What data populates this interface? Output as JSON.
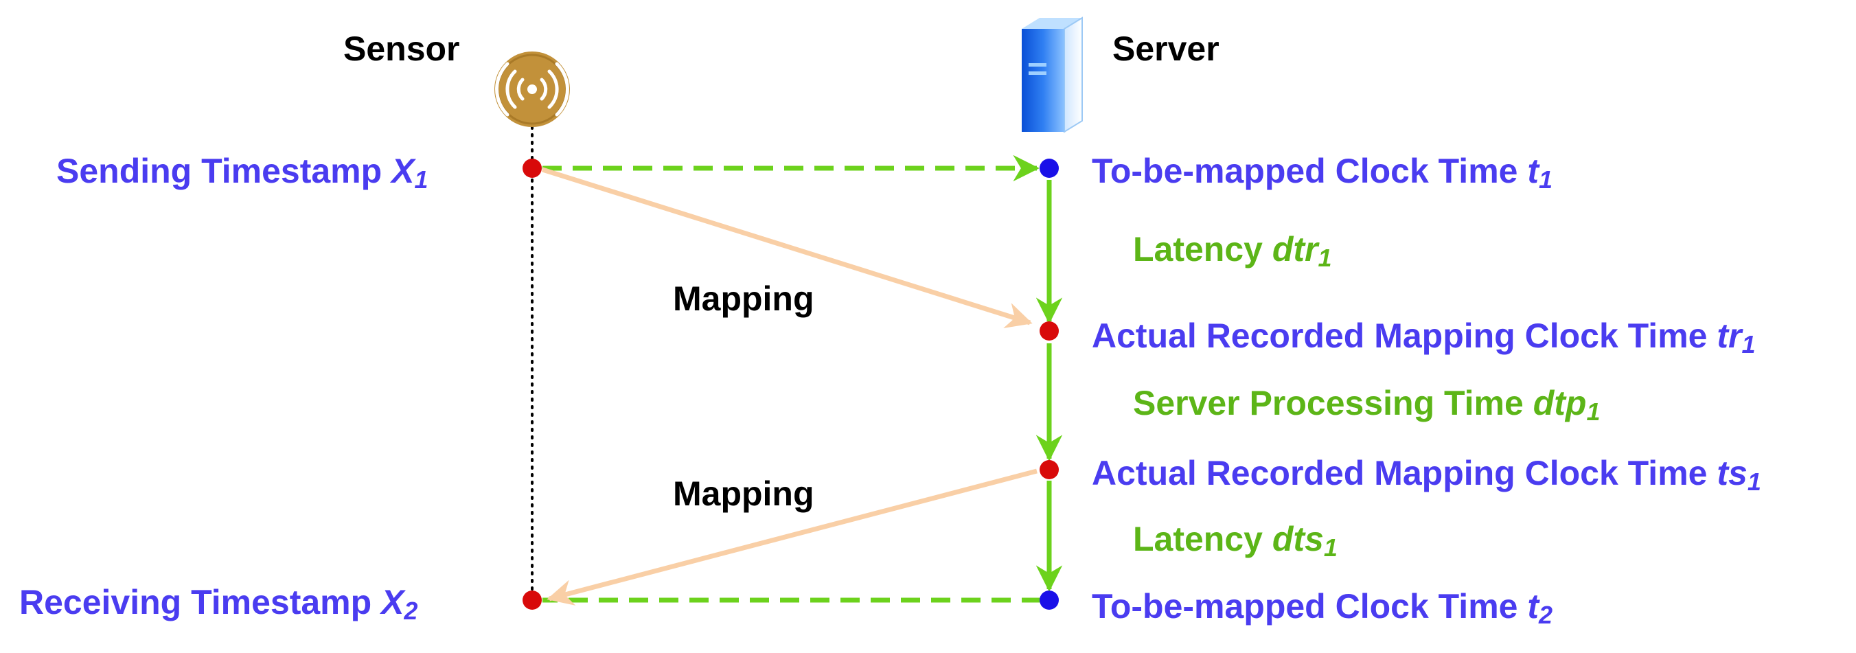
{
  "actors": {
    "sensor": {
      "label": "Sensor",
      "icon": "wireless-sensor-icon"
    },
    "server": {
      "label": "Server",
      "icon": "server-tower-icon"
    }
  },
  "sensor_events": {
    "send": {
      "text": "Sending Timestamp ",
      "var": "X",
      "sub": "1"
    },
    "receive": {
      "text": "Receiving Timestamp ",
      "var": "X",
      "sub": "2"
    }
  },
  "server_events": {
    "t1": {
      "text": "To-be-mapped Clock Time ",
      "var": "t",
      "sub": "1"
    },
    "tr1": {
      "text": "Actual Recorded Mapping Clock Time ",
      "var": "tr",
      "sub": "1"
    },
    "ts1": {
      "text": "Actual Recorded Mapping Clock Time ",
      "var": "ts",
      "sub": "1"
    },
    "t2": {
      "text": "To-be-mapped Clock Time ",
      "var": "t",
      "sub": "2"
    }
  },
  "intervals": {
    "dtr1": {
      "text": "Latency ",
      "var": "dtr",
      "sub": "1"
    },
    "dtp1": {
      "text": "Server Processing Time ",
      "var": "dtp",
      "sub": "1"
    },
    "dts1": {
      "text": "Latency ",
      "var": "dts",
      "sub": "1"
    }
  },
  "mappings": {
    "first": "Mapping",
    "second": "Mapping"
  },
  "colors": {
    "event_text": "#4a3cf0",
    "interval_text": "#5cb517",
    "arrow_green": "#6cd21c",
    "arrow_mapping": "#f9cfa6",
    "point_red": "#d80a0a",
    "point_blue": "#1a10e8",
    "sensor_gold": "#c2913a"
  }
}
